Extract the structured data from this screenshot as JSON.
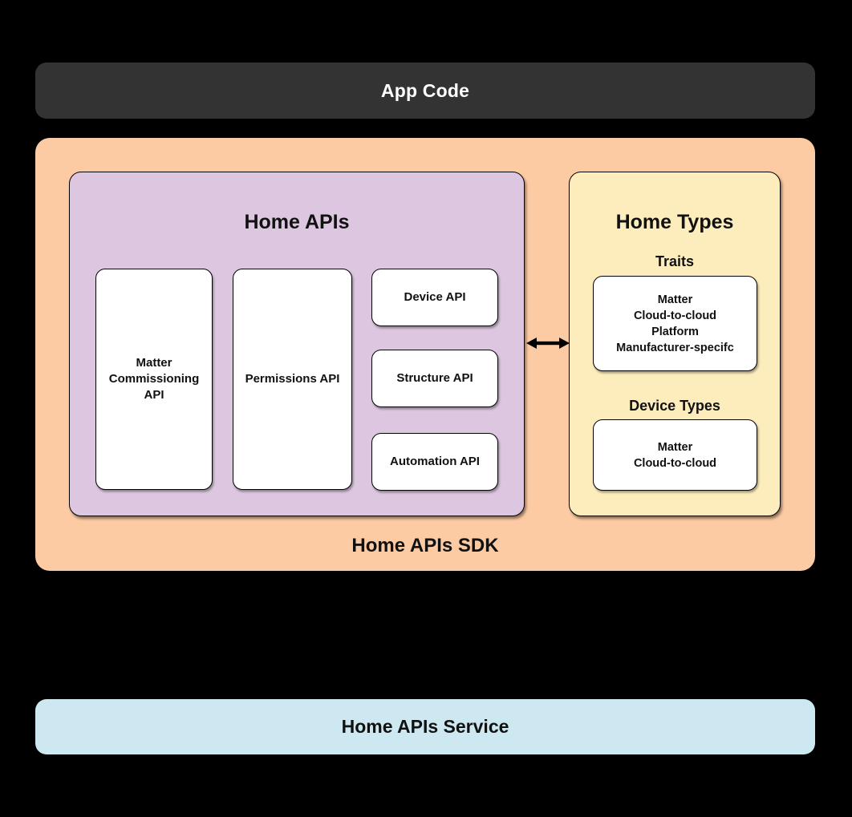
{
  "colors": {
    "background": "#000000",
    "app_code_bg": "#333333",
    "app_code_text": "#ffffff",
    "sdk_bg": "#fdcba3",
    "home_apis_bg": "#ddc6e0",
    "home_types_bg": "#fdedbc",
    "card_bg": "#ffffff",
    "service_bg": "#cde8f0",
    "text": "#111111"
  },
  "app_code": {
    "label": "App Code"
  },
  "sdk": {
    "label": "Home APIs SDK",
    "home_apis": {
      "title": "Home APIs",
      "matter_commissioning_api": "Matter\nCommissioning\nAPI",
      "permissions_api": "Permissions API",
      "device_api": "Device API",
      "structure_api": "Structure API",
      "automation_api": "Automation API"
    },
    "arrow": {
      "type": "bidirectional-horizontal",
      "color": "#000000"
    },
    "home_types": {
      "title": "Home Types",
      "traits_heading": "Traits",
      "traits_items": "Matter\nCloud-to-cloud\nPlatform\nManufacturer-specifc",
      "device_types_heading": "Device Types",
      "device_types_items": "Matter\nCloud-to-cloud"
    }
  },
  "service": {
    "label": "Home APIs Service"
  }
}
